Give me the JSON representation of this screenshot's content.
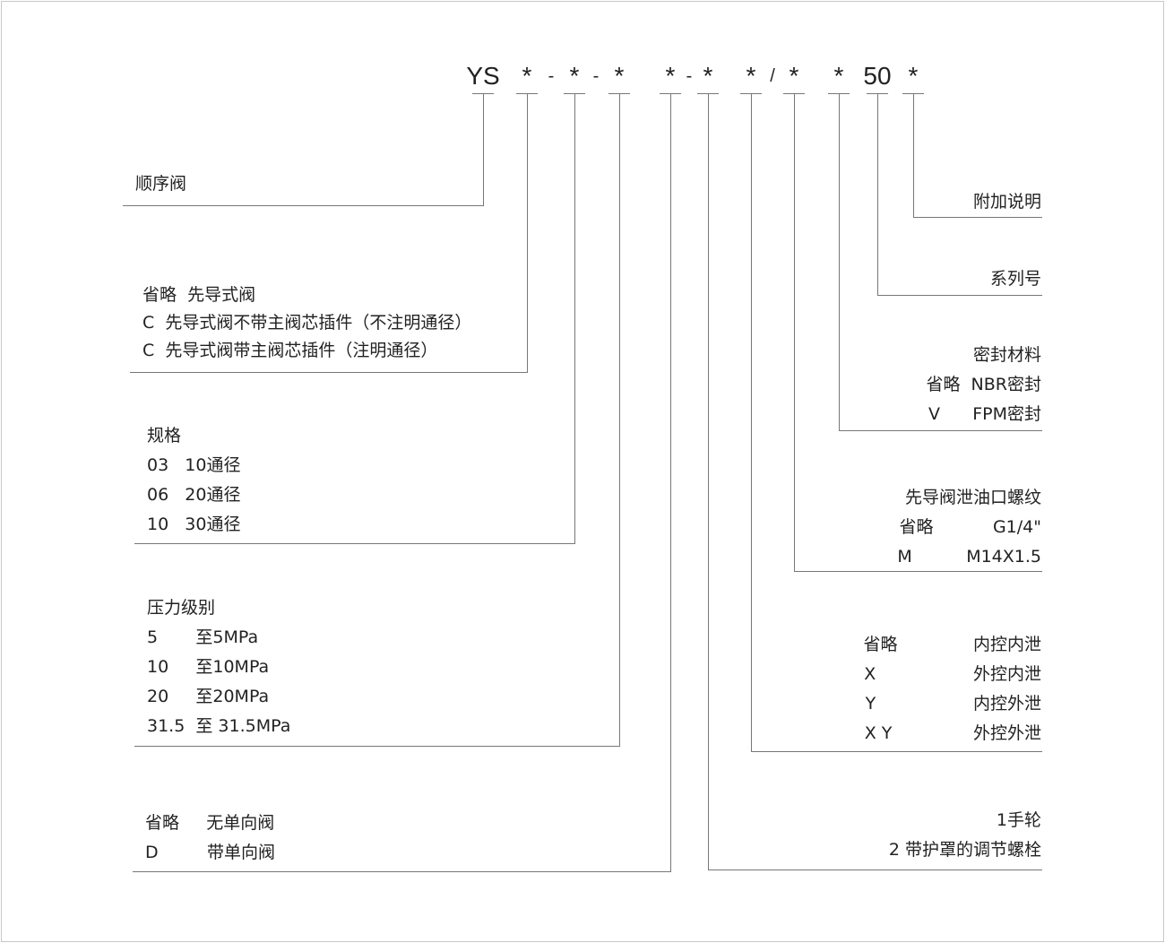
{
  "code": [
    "YS",
    "*",
    "-",
    "*",
    "-",
    "*",
    "*",
    "-",
    "*",
    "*",
    "/",
    "*",
    "*",
    "50",
    "*"
  ],
  "sections": {
    "type": {
      "lines": [
        "顺序阀"
      ]
    },
    "pilot": {
      "lines": [
        "省略  先导式阀",
        "C  先导式阀不带主阀芯插件（不注明通径）",
        "C  先导式阀带主阀芯插件（注明通径）"
      ]
    },
    "size": {
      "lines": [
        "规格",
        "03   10通径",
        "06   20通径",
        "10   30通径"
      ]
    },
    "pressure": {
      "lines": [
        "压力级别",
        "5       至5MPa",
        "10     至10MPa",
        "20     至20MPa",
        "31.5  至 31.5MPa"
      ]
    },
    "check": {
      "lines": [
        "省略     无单向阀",
        "D         带单向阀"
      ]
    },
    "extra": {
      "lines": [
        "附加说明"
      ]
    },
    "series": {
      "lines": [
        "系列号"
      ]
    },
    "seal": {
      "lines": [
        "密封材料",
        "省略  NBR密封",
        "V      FPM密封"
      ]
    },
    "drain": {
      "lines": [
        "先导阀泄油口螺纹",
        "省略           G1/4\"",
        "M          M14X1.5"
      ]
    },
    "control": {
      "lines": [
        "省略              内控内泄",
        "X                  外控内泄",
        "Y                  内控外泄",
        "X Y               外控外泄"
      ]
    },
    "adjust": {
      "lines": [
        "1手轮",
        "2 带护罩的调节螺栓"
      ]
    }
  }
}
